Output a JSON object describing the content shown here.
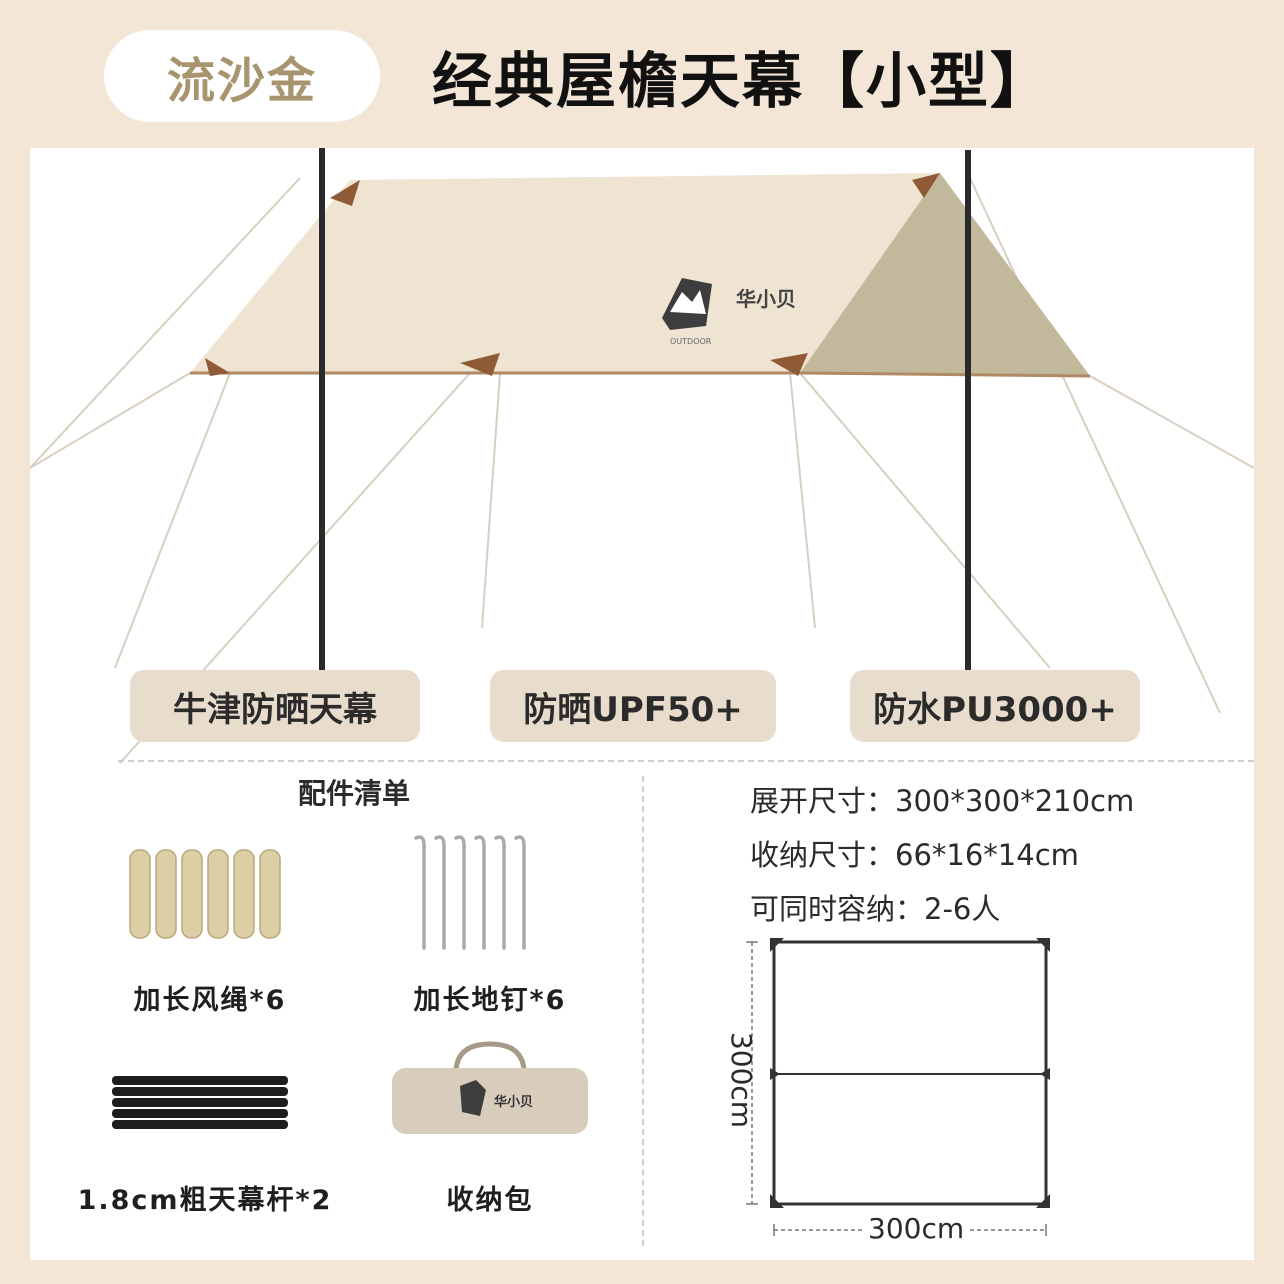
{
  "header": {
    "color_name": "流沙金",
    "title": "经典屋檐天幕【小型】"
  },
  "hero": {
    "logo_brand": "华小贝",
    "logo_tag": "OUTDOOR"
  },
  "features": [
    {
      "label": "牛津防晒天幕"
    },
    {
      "label": "防晒UPF50+"
    },
    {
      "label": "防水PU3000+"
    }
  ],
  "accessories": {
    "title": "配件清单",
    "items": [
      {
        "label": "加长风绳*6",
        "icon": "rope-icon"
      },
      {
        "label": "加长地钉*6",
        "icon": "stake-icon"
      },
      {
        "label": "1.8cm粗天幕杆*2",
        "icon": "pole-icon"
      },
      {
        "label": "收纳包",
        "icon": "bag-icon"
      }
    ]
  },
  "specs": {
    "lines": [
      "展开尺寸：300*300*210cm",
      "收纳尺寸：66*16*14cm",
      "可同时容纳：2-6人"
    ],
    "width_label": "300cm",
    "height_label": "300cm"
  },
  "colors": {
    "background": "#f3e6d6",
    "badge_text": "#a8946e",
    "tarp_top": "#efe3d2",
    "tarp_side": "#c2b89c",
    "pill": "#e8dccd"
  }
}
